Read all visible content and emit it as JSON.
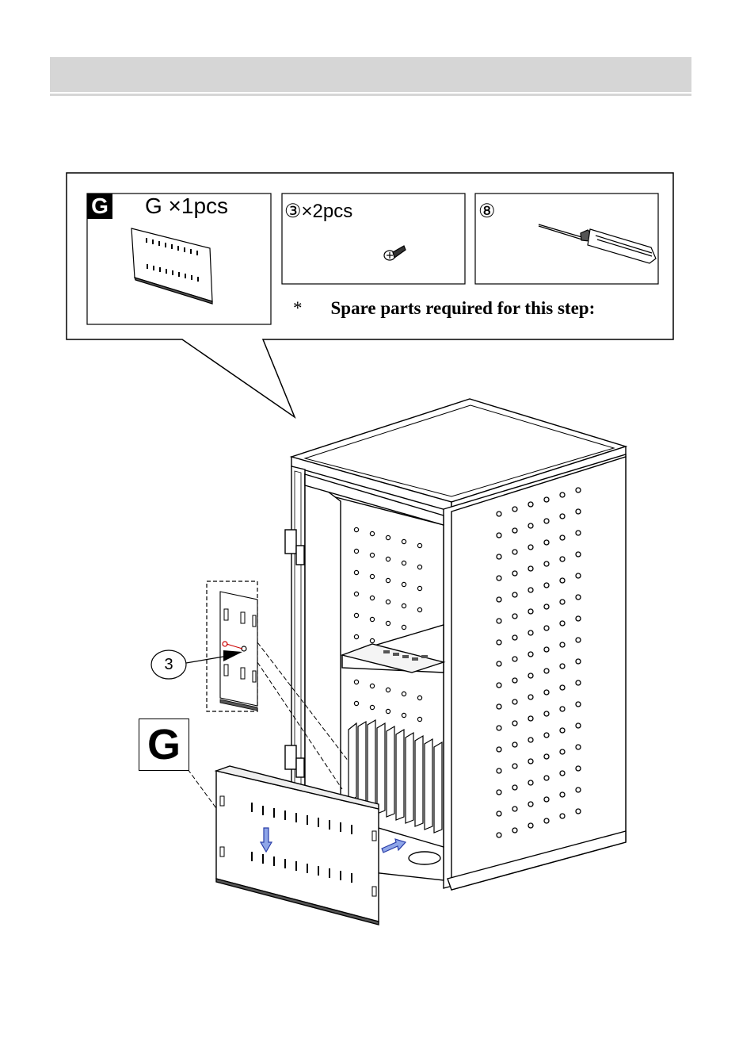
{
  "parts_panel": {
    "part_g": {
      "letter": "G",
      "quantity_text": "G ×1pcs"
    },
    "part_screw": {
      "quantity_text": "③×2pcs"
    },
    "part_screwdriver": {
      "id_text": "⑧"
    },
    "note_star": "*",
    "note_text": "Spare parts required for this step:"
  },
  "assembly": {
    "callout_number": "3",
    "panel_label": "G"
  }
}
